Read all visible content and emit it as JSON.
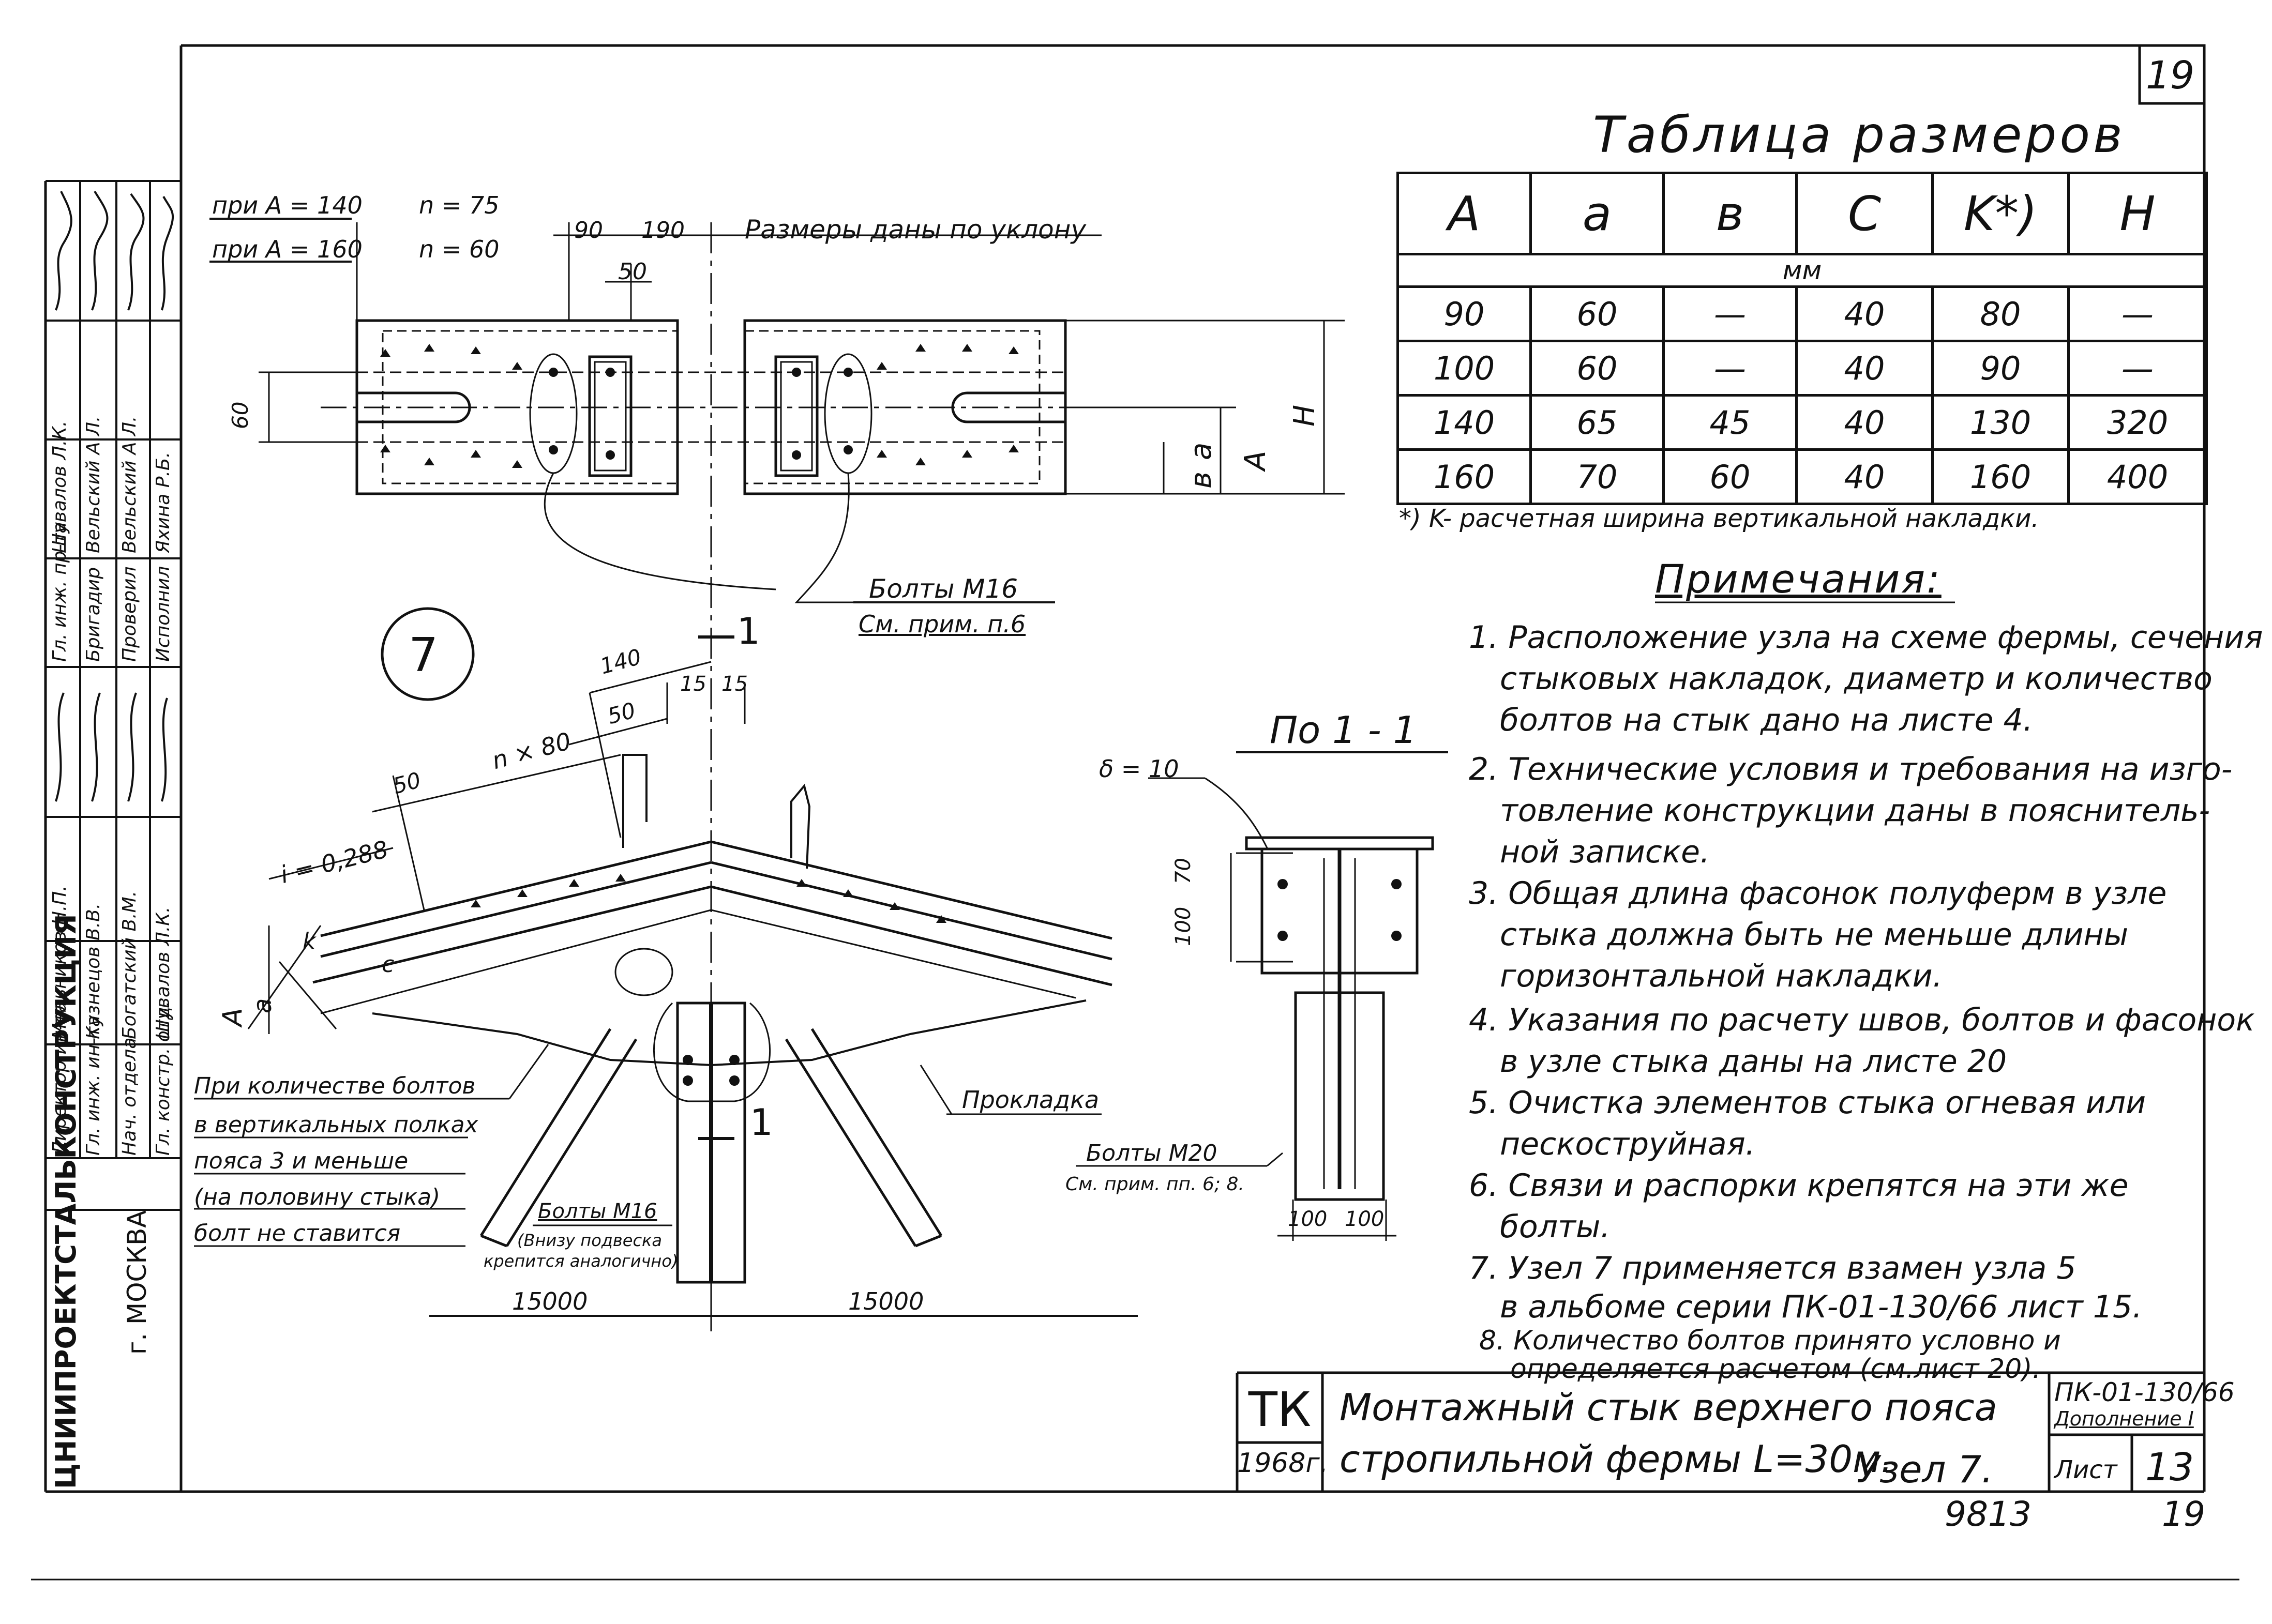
{
  "page_number": "19",
  "table": {
    "title": "Таблица размеров",
    "headers": [
      "A",
      "a",
      "в",
      "C",
      "K*)",
      "H"
    ],
    "unit": "мм",
    "rows": [
      [
        "90",
        "60",
        "—",
        "40",
        "80",
        "—"
      ],
      [
        "100",
        "60",
        "—",
        "40",
        "90",
        "—"
      ],
      [
        "140",
        "65",
        "45",
        "40",
        "130",
        "320"
      ],
      [
        "160",
        "70",
        "60",
        "40",
        "160",
        "400"
      ]
    ],
    "footnote": "*) K- расчетная ширина вертикальной накладки."
  },
  "notes": {
    "title": "Примечания:",
    "items": [
      "1. Расположение узла на схеме фермы, сечения",
      "стыковых накладок, диаметр и количество",
      "болтов на стык дано на листе 4.",
      "2. Технические условия и требования на изго-",
      "товление конструкции даны в пояснитель-",
      "ной записке.",
      "3. Общая длина фасонок полуферм в узле",
      "стыка должна быть не меньше длины",
      "горизонтальной накладки.",
      "4. Указания по расчету швов, болтов и фасонок",
      "в узле стыка даны на листе 20",
      "5. Очистка элементов стыка огневая или",
      "пескоструйная.",
      "6. Связи и распорки крепятся на эти же",
      "болты.",
      "7. Узел 7 применяется взамен узла 5",
      "в альбоме серии ПК-01-130/66 лист 15.",
      "8. Количество болтов принято условно и",
      "определяется расчетом (см.лист 20)."
    ]
  },
  "plan": {
    "label_a140": "при A = 140",
    "n75": "n = 75",
    "label_a160": "при A = 160",
    "n60": "n = 60",
    "dim_90": "90",
    "dim_190": "190",
    "dim_50": "50",
    "dims_note": "Размеры даны по уклону",
    "dim_60": "60",
    "dim_b": "в",
    "dim_a": "a",
    "dim_A": "A",
    "dim_H": "H",
    "bolts_m16": "Болты М16",
    "see_note6": "См. прим. п.6"
  },
  "elevation": {
    "node_number": "7",
    "section_mark": "1",
    "dim_140": "140",
    "dim_15a": "15",
    "dim_15b": "15",
    "dim_50a": "50",
    "dim_50b": "50",
    "n80": "n × 80",
    "slope": "i = 0,288",
    "dim_A": "A",
    "dim_a": "a",
    "dim_c": "c",
    "dim_k": "k",
    "bolt_note": [
      "При количестве болтов",
      "в вертикальных полках",
      "пояса 3 и меньше",
      "(на половину стыка)",
      "болт не ставится"
    ],
    "bolts_m16": "Болты М16",
    "bolts_m16_note1": "(Внизу подвеска",
    "bolts_m16_note2": "крепится аналогично)",
    "gasket": "Прокладка",
    "span_left": "15000",
    "span_right": "15000"
  },
  "section": {
    "title": "По 1 - 1",
    "delta": "δ = 10",
    "dim_70": "70",
    "dim_100": "100",
    "bolts_m20": "Болты М20",
    "see_notes": "См. прим. пп. 6; 8.",
    "dim_100a": "100",
    "dim_100b": "100"
  },
  "stamp": {
    "org": "ЦНИИПРОЕКТСТАЛЬКОНСТРУКЦИЯ",
    "city": "г. МОСКВА",
    "roles": [
      "Директор ин-та",
      "Гл. инж. ин-та",
      "Нач. отдела",
      "Гл. констр. отд.",
      "Гл. инж. пр-та",
      "Бригадир",
      "Проверил",
      "Исполнил"
    ],
    "names": [
      "Мельников Н.П.",
      "Кузнецов В.В.",
      "Богатский В.М.",
      "Шувалов Л.К.",
      "Шувалов Л.К.",
      "Вельский А.Л.",
      "Вельский А.Л.",
      "Яхина Р.Б."
    ]
  },
  "title_block": {
    "tk": "ТК",
    "year": "1968г.",
    "title_line1": "Монтажный стык верхнего пояса",
    "title_line2": "стропильной фермы L=30м.",
    "node": "Узел 7.",
    "series": "ПК-01-130/66",
    "supplement": "Дополнение I",
    "sheet_label": "Лист",
    "sheet_no": "13"
  },
  "bottom": {
    "number_left": "9813",
    "number_right": "19"
  }
}
